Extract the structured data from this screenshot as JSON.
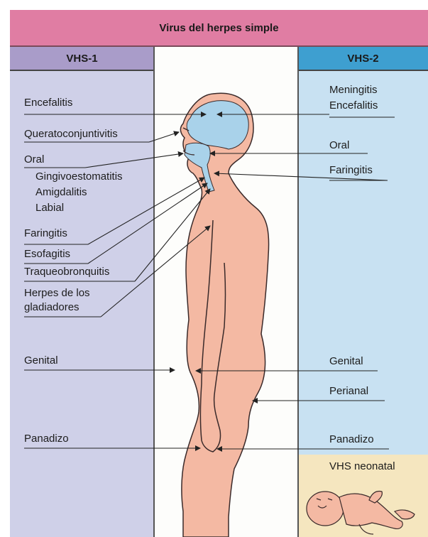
{
  "title": "Virus del herpes simple",
  "columns": {
    "left": "VHS-1",
    "right": "VHS-2"
  },
  "left_labels": {
    "encefalitis": "Encefalitis",
    "queratoconjuntivitis": "Queratoconjuntivitis",
    "oral": "Oral",
    "gingivo": "Gingivoestomatitis",
    "amigdalitis": "Amigdalitis",
    "labial": "Labial",
    "faringitis": "Faringitis",
    "esofagitis": "Esofagitis",
    "traqueo": "Traqueobronquitis",
    "gladiadores_1": "Herpes de los",
    "gladiadores_2": "gladiadores",
    "genital": "Genital",
    "panadizo": "Panadizo"
  },
  "right_labels": {
    "meningitis": "Meningitis",
    "encefalitis": "Encefalitis",
    "oral": "Oral",
    "faringitis": "Faringitis",
    "genital": "Genital",
    "perianal": "Perianal",
    "panadizo": "Panadizo",
    "neonatal": "VHS neonatal"
  },
  "colors": {
    "title": "#e07da3",
    "vhs1": "#a99cc9",
    "vhs2": "#3e9fd0",
    "body": "#f4b9a3",
    "brain": "#a9d2ea",
    "neonatal": "#f5e6bf"
  }
}
